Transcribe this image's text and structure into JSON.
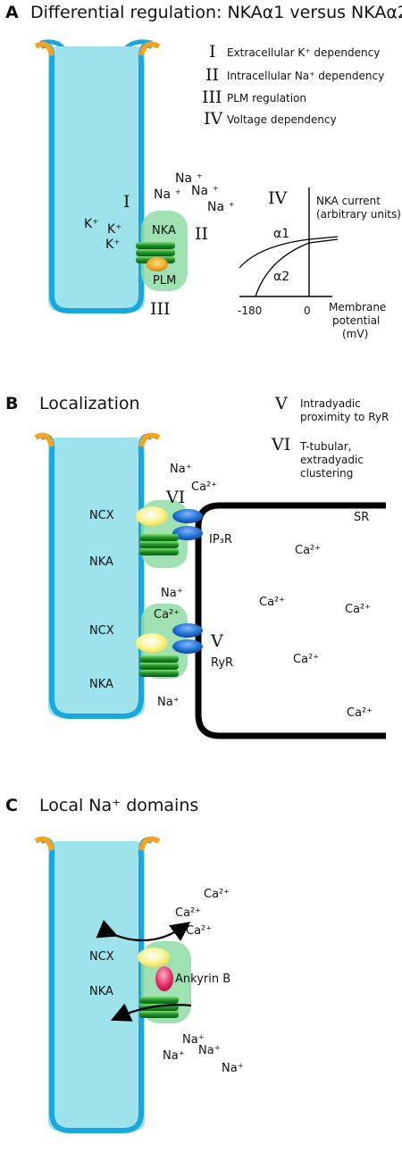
{
  "colors": {
    "cell_fill": "#9ee3eb",
    "membrane": "#19a7e2",
    "membrane_tip": "#f4a321",
    "green_halo": "#8fdca6",
    "pump_green": "#1f8f2a",
    "ncx_yellow": "#f7ef7a",
    "channel_blue": "#1e6fd0",
    "plm_orange": "#f2a52a",
    "ankyrin_red": "#e8326a",
    "sr_outline": "#000000"
  },
  "panel_a": {
    "letter": "A",
    "title": "Differential regulation: NKAα1 versus NKAα2",
    "legend": [
      {
        "numeral": "I",
        "text": "Extracellular K⁺ dependency"
      },
      {
        "numeral": "II",
        "text": "Intracellular Na⁺ dependency"
      },
      {
        "numeral": "III",
        "text": "PLM regulation"
      },
      {
        "numeral": "IV",
        "text": "Voltage dependency"
      }
    ],
    "marker_I": "I",
    "marker_II": "II",
    "marker_III": "III",
    "marker_IV": "IV",
    "k_ions": [
      "K⁺",
      "K⁺",
      "K⁺"
    ],
    "na_ions": [
      "Na ⁺",
      "Na ⁺",
      "Na ⁺",
      "Na ⁺"
    ],
    "nka_label": "NKA",
    "plm_label": "PLM",
    "graph": {
      "y_label_line1": "NKA current",
      "y_label_line2": "(arbitrary units)",
      "x_label_line1": "Membrane",
      "x_label_line2": "potential",
      "x_label_line3": "(mV)",
      "tick_left": "-180",
      "tick_zero": "0",
      "curve_a1": "α1",
      "curve_a2": "α2"
    }
  },
  "panel_b": {
    "letter": "B",
    "title": "Localization",
    "legend": [
      {
        "numeral": "V",
        "text_line1": "Intradyadic",
        "text_line2": "proximity to RyR"
      },
      {
        "numeral": "VI",
        "text_line1": "T-tubular,",
        "text_line2": "extradyadic",
        "text_line3": "clustering"
      }
    ],
    "marker_V": "V",
    "marker_VI": "VI",
    "ncx_label": "NCX",
    "nka_label": "NKA",
    "ip3r_label": "IP₃R",
    "ryr_label": "RyR",
    "sr_label": "SR",
    "na_label": "Na⁺",
    "ca_label": "Ca²⁺"
  },
  "panel_c": {
    "letter": "C",
    "title": "Local Na⁺ domains",
    "ncx_label": "NCX",
    "nka_label": "NKA",
    "ankyrin_label": "Ankyrin B",
    "ca_label": "Ca²⁺",
    "na_label": "Na⁺"
  }
}
